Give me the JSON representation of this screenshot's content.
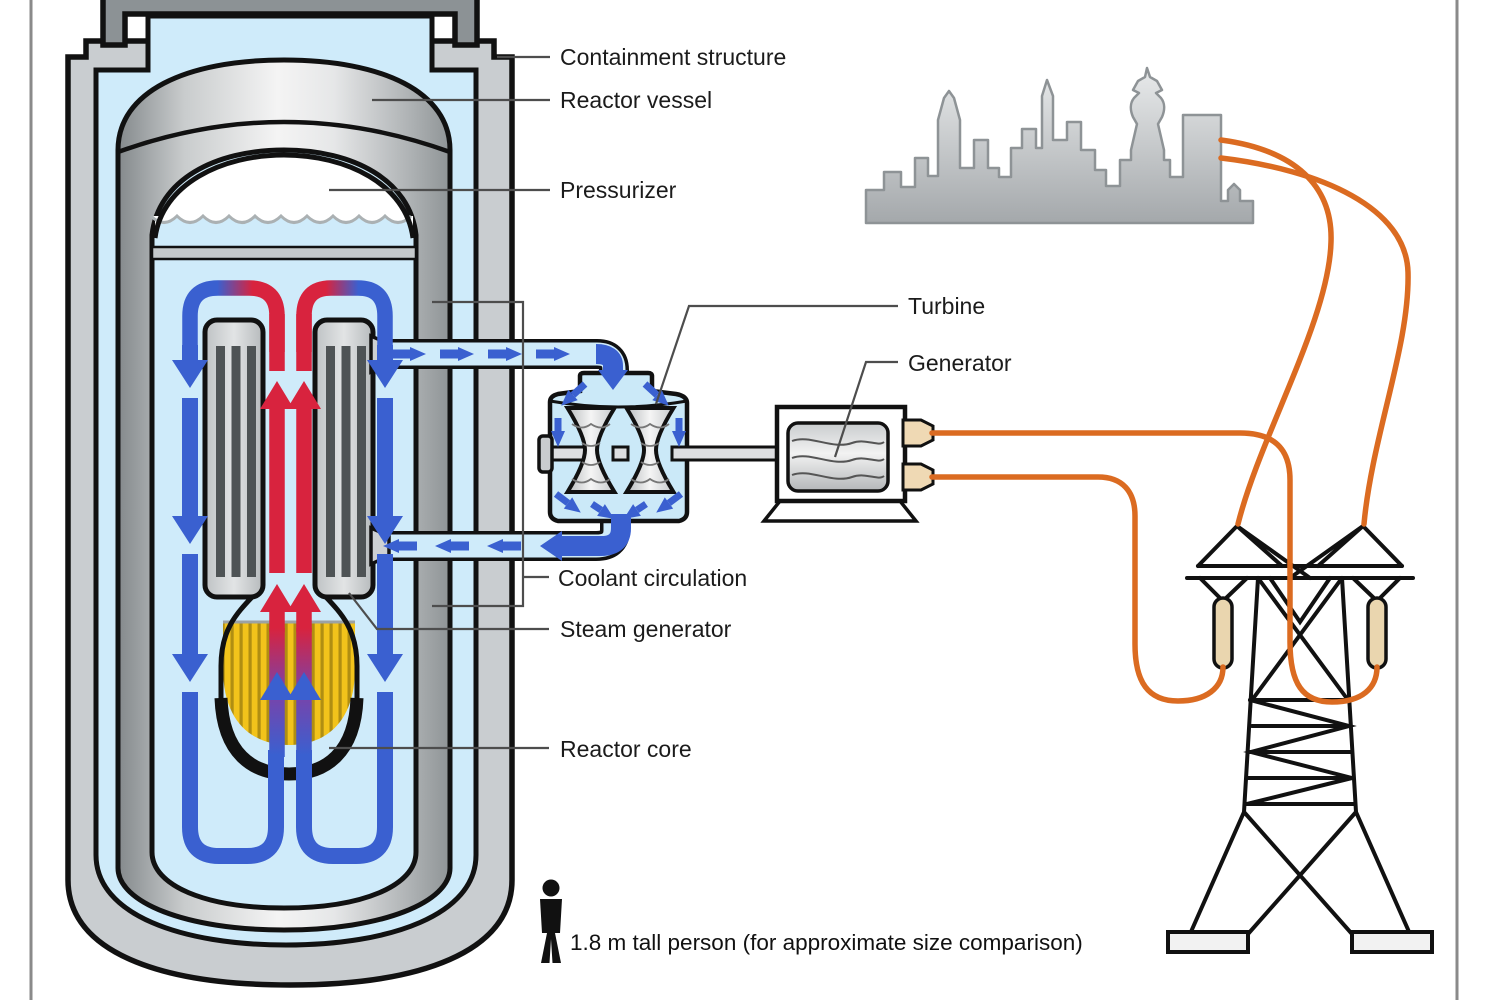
{
  "labels": {
    "containment": "Containment structure",
    "reactor_vessel": "Reactor vessel",
    "pressurizer": "Pressurizer",
    "turbine": "Turbine",
    "generator": "Generator",
    "coolant_circulation": "Coolant circulation",
    "steam_generator": "Steam generator",
    "reactor_core": "Reactor core",
    "scale_note": "1.8 m tall person (for approximate size comparison)"
  },
  "colors": {
    "coolant_cold_blue": "#3A60D0",
    "coolant_hot_red": "#D8233E",
    "heat_transition_purple": "#7C42A8",
    "electricity_orange": "#DB6B21",
    "water_light_blue": "#CFEBFA",
    "fuel_yellow": "#F2C31B",
    "structure_gray": "#C9CDD0",
    "containment_cap_gray": "#8C9295",
    "insulator_tan": "#EAD6AF"
  },
  "icons": {
    "person": "person-icon",
    "city": "city-skyline",
    "pylon": "transmission-tower-icon"
  }
}
